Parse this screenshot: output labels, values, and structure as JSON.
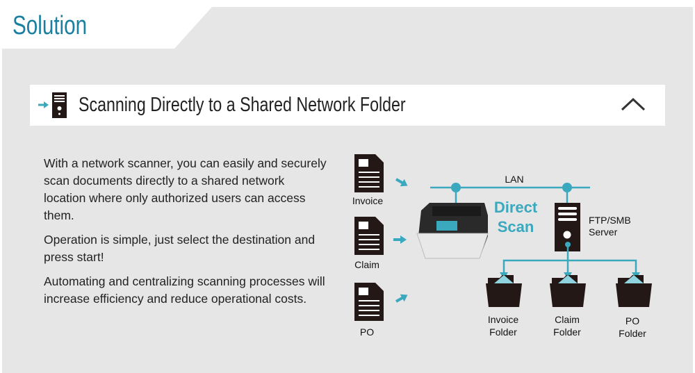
{
  "section_title": "Solution",
  "accordion": {
    "title": "Scanning Directly to a Shared Network Folder",
    "expanded": true
  },
  "paragraphs": [
    "With a network scanner, you can easily and securely scan documents directly to a shared network location where only authorized users can access them.",
    "Operation is simple, just select the destination and press start!",
    "Automating and centralizing scanning processes will increase efficiency and reduce operational costs."
  ],
  "diagram": {
    "documents": [
      "Invoice",
      "Claim",
      "PO"
    ],
    "lan": "LAN",
    "direct_scan": [
      "Direct",
      "Scan"
    ],
    "server": [
      "FTP/SMB",
      "Server"
    ],
    "folders": [
      [
        "Invoice",
        "Folder"
      ],
      [
        "Claim",
        "Folder"
      ],
      [
        "PO",
        "Folder"
      ]
    ]
  },
  "colors": {
    "accent": "#1a7fa0",
    "teal": "#3aa8bd",
    "panel": "#e6e6e6",
    "dark": "#231815"
  }
}
